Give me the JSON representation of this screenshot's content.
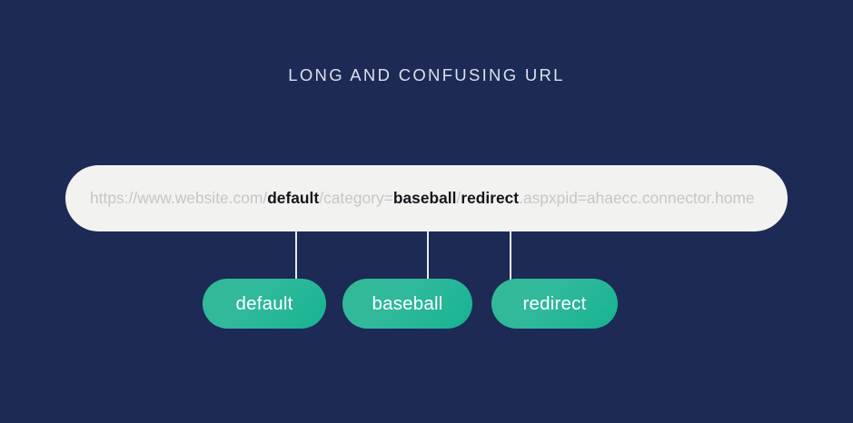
{
  "title": "LONG AND CONFUSING URL",
  "colors": {
    "background": "#1c2a55",
    "url_bar": "#f2f2f1",
    "url_dim_text": "#c6c6c6",
    "url_highlight_text": "#14161b",
    "pill_green_light": "#34b996",
    "pill_green_dark": "#16b391",
    "title_text": "#dbe0ec",
    "connector_line": "#e8eaf0",
    "pill_text": "#ffffff"
  },
  "url_bar": {
    "full_url": "https://www.website.com/default/category=baseball/redirect.aspxpid=ahaecc.connector.home",
    "segments": [
      {
        "text": "https://www.website.com/",
        "highlighted": false
      },
      {
        "text": "default",
        "highlighted": true
      },
      {
        "text": "/category=",
        "highlighted": false
      },
      {
        "text": "baseball",
        "highlighted": true
      },
      {
        "text": "/",
        "highlighted": false
      },
      {
        "text": "redirect",
        "highlighted": true
      },
      {
        "text": ".aspxpid=ahaecc.connector.home",
        "highlighted": false
      }
    ]
  },
  "pills": [
    {
      "label": "default"
    },
    {
      "label": "baseball"
    },
    {
      "label": "redirect"
    }
  ]
}
